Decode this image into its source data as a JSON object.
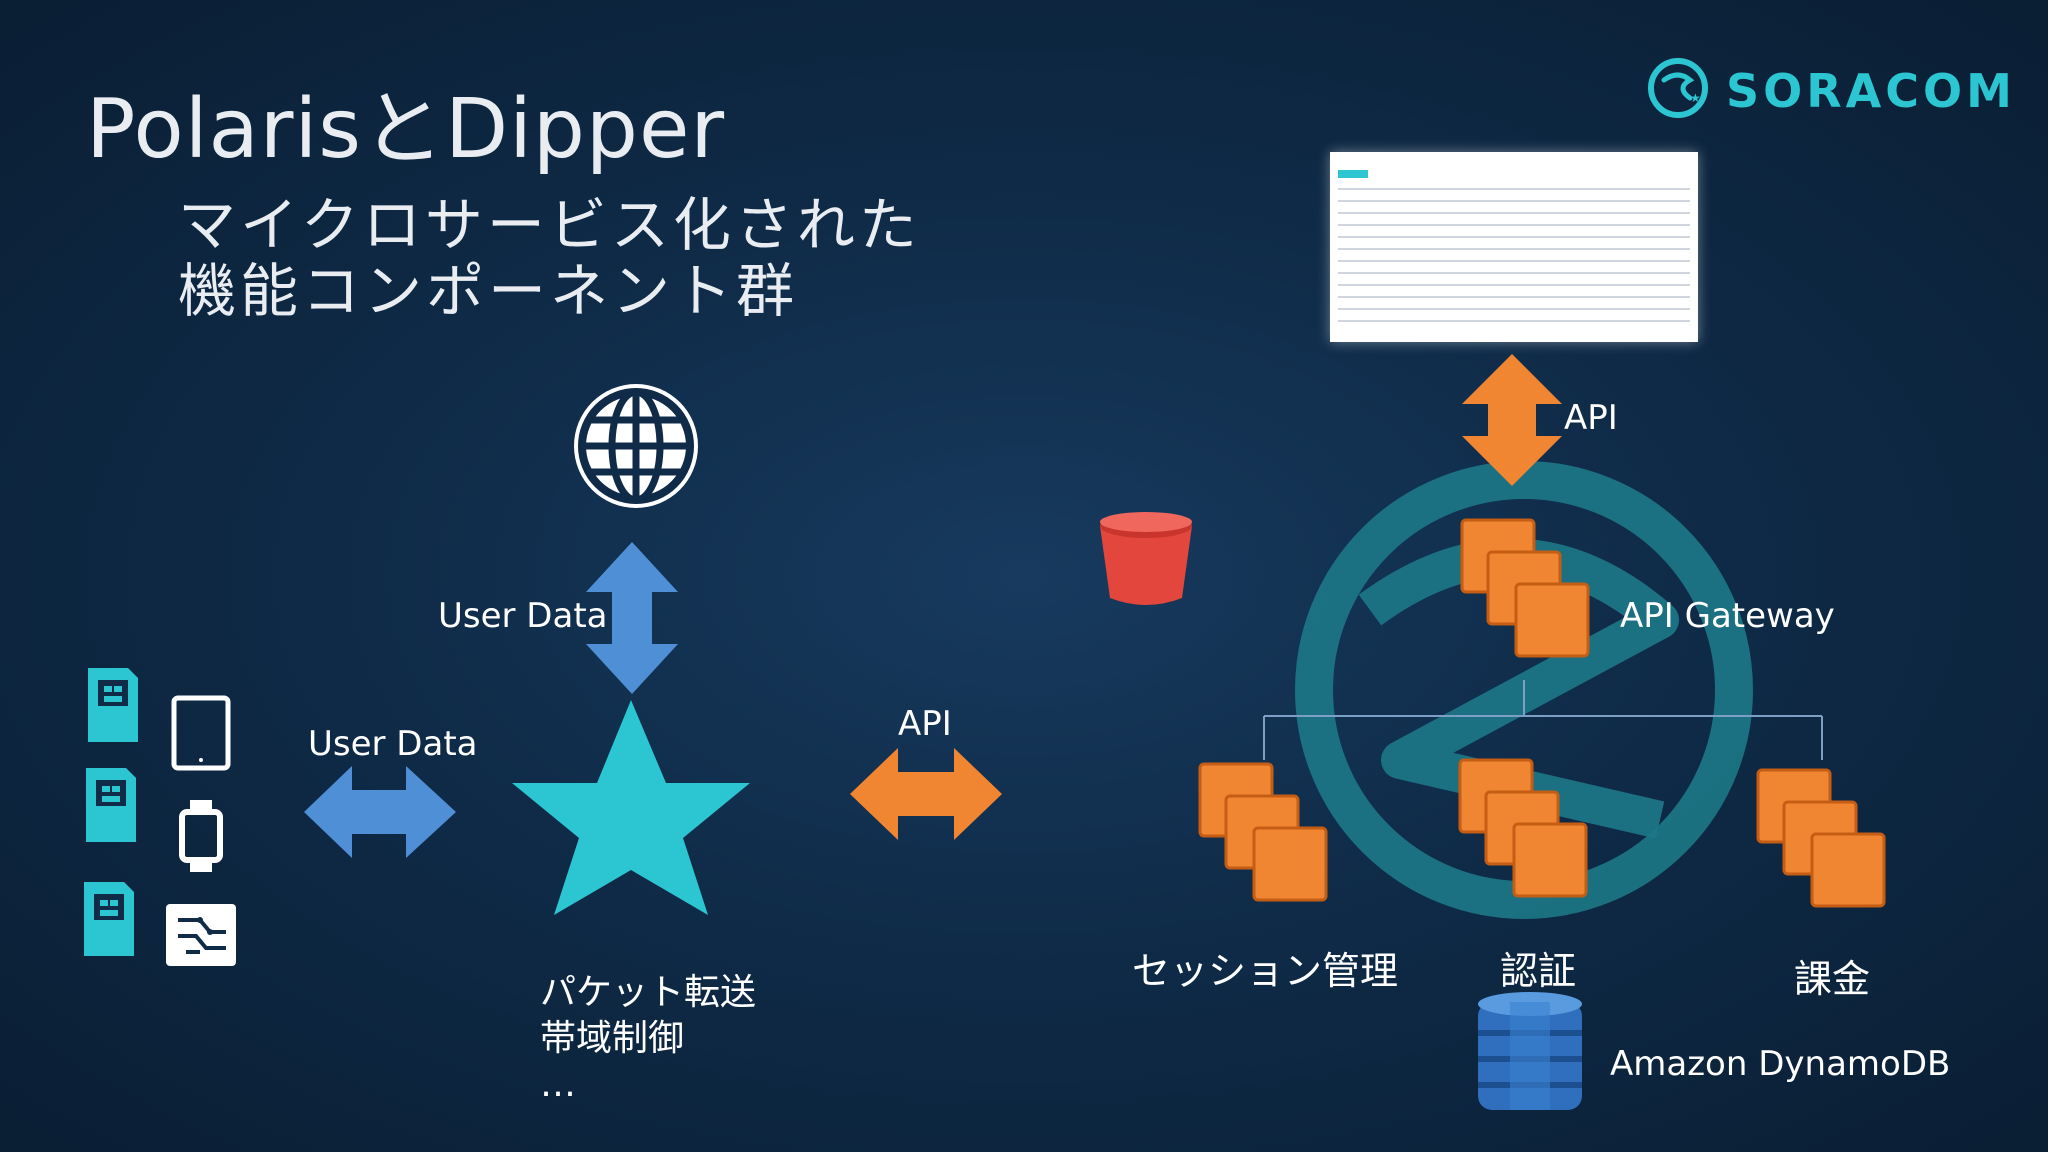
{
  "title": "PolarisとDipper",
  "subtitle": [
    "マイクロサービス化された",
    "機能コンポーネント群"
  ],
  "logo": {
    "text": "SORACOM"
  },
  "labels": {
    "user_data_left": "User Data",
    "user_data_top": "User Data",
    "api_middle": "API",
    "api_top": "API",
    "api_gateway": "API Gateway",
    "session": "セッション管理",
    "auth": "認証",
    "billing": "課金",
    "dynamodb": "Amazon DynamoDB"
  },
  "packet_note": [
    "パケット転送",
    "帯域制御",
    "…"
  ],
  "icons": [
    "sim-card-icon",
    "tablet-icon",
    "smartwatch-icon",
    "circuit-board-icon",
    "globe-icon",
    "star-icon",
    "s3-bucket-icon",
    "ec2-instances-icon",
    "dynamodb-icon",
    "soracom-logo-icon"
  ],
  "colors": {
    "blue_arrow": "#4f8fd6",
    "orange": "#f08532",
    "teal": "#2cc6d2",
    "bucket": "#e2463c",
    "ring": "#1f7f8e",
    "background": "#0f2b48"
  }
}
